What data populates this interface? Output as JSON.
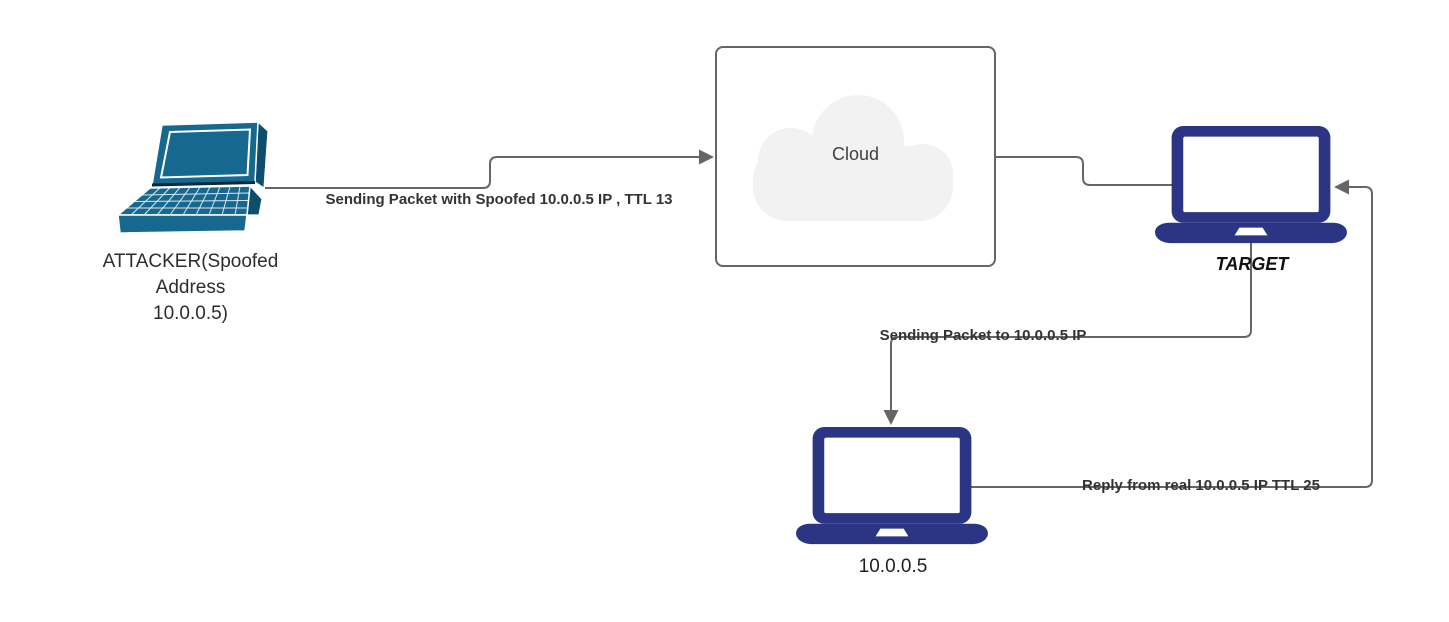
{
  "nodes": {
    "attacker": {
      "label_lines": [
        "ATTACKER(Spoofed",
        "Address",
        "10.0.0.5)"
      ]
    },
    "cloud": {
      "label": "Cloud"
    },
    "target": {
      "label": "TARGET"
    },
    "real_host": {
      "label": "10.0.0.5"
    }
  },
  "edges": {
    "attacker_to_cloud": {
      "label": "Sending Packet with Spoofed 10.0.0.5 IP , TTL 13"
    },
    "target_to_real_host": {
      "label": "Sending Packet to 10.0.0.5 IP"
    },
    "real_host_to_target": {
      "label": "Reply from real 10.0.0.5 IP TTL 25"
    }
  },
  "colors": {
    "attacker_laptop_blue": "#16688e",
    "attacker_laptop_dark": "#0e4e6d",
    "laptop_navy": "#2b3583",
    "connector_gray": "#666666",
    "cloud_fill": "#f2f2f2",
    "cloud_border": "#666666",
    "edge_label_text": "#333333",
    "node_label_text": "#2d2d2d",
    "background": "#ffffff"
  }
}
